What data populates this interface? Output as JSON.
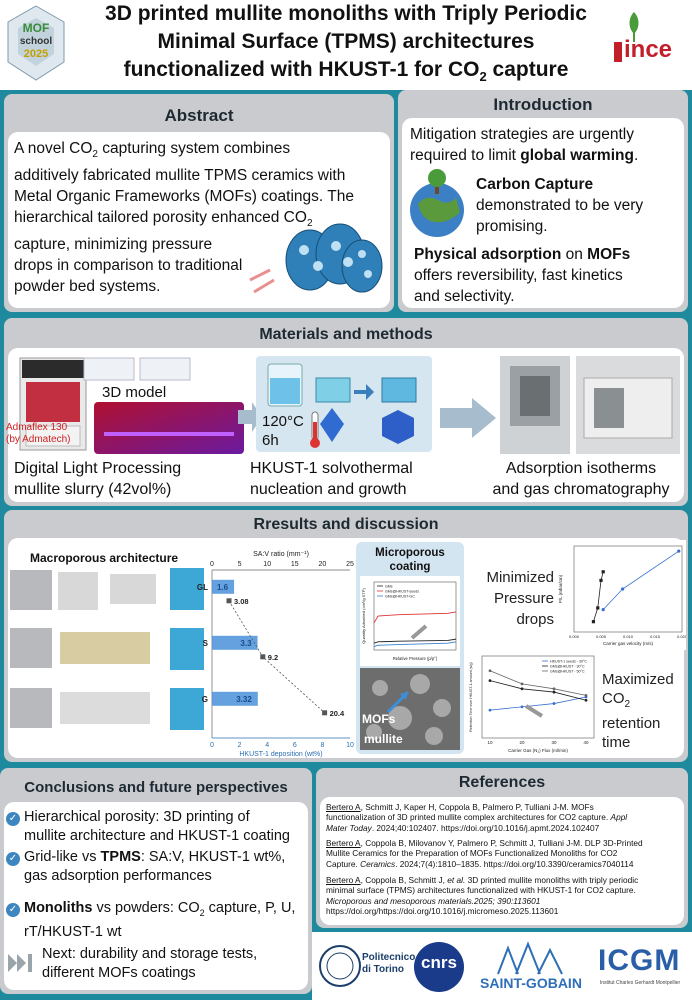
{
  "header": {
    "title_line1": "3D printed mullite monoliths with Triply Periodic",
    "title_line2": "Minimal Surface (TPMS) architectures",
    "title_line3": "functionalized with HKUST-1 for CO",
    "title_sub": "2",
    "title_end": " capture",
    "left_logo": {
      "line1": "MOF",
      "line2": "school",
      "line3": "2025"
    },
    "right_logo": {
      "name": "ince"
    }
  },
  "abstract": {
    "title": "Abstract",
    "l1a": "A novel CO",
    "l1s": "2",
    "l1b": " capturing system combines",
    "l2": "additively fabricated mullite TPMS ceramics with",
    "l3": "Metal Organic Frameworks (MOFs) coatings. The",
    "l4a": "hierarchical tailored porosity enhanced CO",
    "l4s": "2",
    "l5": "capture, minimizing pressure",
    "l6": "drops in comparison to traditional",
    "l7": "powder bed systems."
  },
  "introduction": {
    "title": "Introduction",
    "l1": "Mitigation strategies are urgently",
    "l2a": "required to limit ",
    "l2b": "global warming",
    "l2c": ".",
    "l3": "Carbon Capture",
    "l4": "demonstrated to be very",
    "l5": "promising.",
    "l6a": "Physical adsorption",
    "l6b": " on ",
    "l6c": "MOFs",
    "l7": "offers reversibility, fast kinetics",
    "l8": "and selectivity."
  },
  "methods": {
    "title": "Materials and methods",
    "model_label": "3D model",
    "printer_line1": "Admaflex 130",
    "printer_line2": "(by Admatech)",
    "dlp_line1": "Digital Light Processing",
    "dlp_line2": "mullite slurry (42vol%)",
    "temp": "120°C",
    "time": "6h",
    "hkust_line1": "HKUST-1 solvothermal",
    "hkust_line2": "nucleation and growth",
    "ads_line1": "Adsorption isotherms",
    "ads_line2": "and gas chromatography"
  },
  "results": {
    "title": "Rresults and discussion",
    "macro_title": "Macroporous architecture",
    "micro_title_line1": "Microporous",
    "micro_title_line2": "coating",
    "mofs_label": "MOFs",
    "mullite_label": "mullite",
    "pressure_line1": "Minimized",
    "pressure_line2": "Pressure",
    "pressure_line3": "drops",
    "ret_line1": "Maximized",
    "ret_line2a": "CO",
    "ret_line2s": "2",
    "ret_line3": "retention",
    "ret_line4": "time"
  },
  "chart_data": [
    {
      "type": "bar",
      "title": "",
      "top_axis_label": "SA:V ratio (mm⁻¹)",
      "top_axis_ticks": [
        "0",
        "5",
        "10",
        "15",
        "20",
        "25"
      ],
      "xlabel": "HKUST-1 deposition (wt%)",
      "x_ticks": [
        "0",
        "2",
        "4",
        "6",
        "8",
        "10"
      ],
      "xlim": [
        0,
        10
      ],
      "top_xlim": [
        0,
        25
      ],
      "categories": [
        "GL",
        "S",
        "G"
      ],
      "values": [
        1.6,
        3.3,
        3.32
      ],
      "value_labels": [
        "1.6",
        "3.3",
        "3.32"
      ],
      "sav_values": [
        3.08,
        9.2,
        20.4
      ],
      "sav_labels": [
        "3.08",
        "9.2",
        "20.4"
      ]
    },
    {
      "type": "line",
      "xlabel": "Relative Pressure (p/p°)",
      "ylabel": "Quantity Adsorbed (cm³/g STP)",
      "legend": [
        "GMs",
        "GMs@HKUST-seeds",
        "GMs@HKUST-GC"
      ]
    },
    {
      "type": "line",
      "xlabel": "Carrier gas velocity (m/s)",
      "ylabel": "P/L (mbar/cm)",
      "x_ticks": [
        "0.000",
        "0.005",
        "0.010",
        "0.015",
        "0.020"
      ]
    },
    {
      "type": "line",
      "xlabel": "Carrier Gas (N₂) Flux (ml/min)",
      "ylabel": "Retention Time over HKUST-1 amount (s/g)",
      "x_ticks": [
        "10",
        "20",
        "30",
        "40"
      ],
      "legend": [
        "HKUST-1 seeds - 30°C",
        "GMs@HKUST - 30°C",
        "GMs@HKUST - 50°C"
      ]
    }
  ],
  "conclusions": {
    "title": "Conclusions and future perspectives",
    "i1a": "Hierarchical porosity: 3D printing of",
    "i1b": "mullite architecture and HKUST-1 coating",
    "i2a": "Grid-like vs ",
    "i2b": "TPMS",
    "i2c": ": SA:V, HKUST-1 wt%,",
    "i2d": "gas adsorption performances",
    "i3a": "Monoliths",
    "i3b": " vs powders:  CO",
    "i3s": "2",
    "i3c": " capture, P, U,",
    "i3d": "rT/HKUST-1 wt",
    "i4a": "Next: durability and storage tests,",
    "i4b": "different MOFs coatings"
  },
  "references": {
    "title": "References",
    "r1_author": "Bertero A",
    "r1_l1": ", Schmitt J, Kaper H, Coppola B, Palmero P, Tulliani J-M. MOFs",
    "r1_l2a": "functionalization of 3D printed mullite complex architectures for CO2 capture. ",
    "r1_l2b": "Appl",
    "r1_l3a": "Mater Today",
    "r1_l3b": ". 2024;40:102407. https://doi.org/10.1016/j.apmt.2024.102407",
    "r2_author": "Bertero A",
    "r2_l1": ", Coppola B, Milovanov Y, Palmero P, Schmitt J, Tulliani J-M. DLP 3D-Printed",
    "r2_l2": "Mullite Ceramics for the Preparation of MOFs Functionalized Monoliths for CO2",
    "r2_l3a": "Capture. ",
    "r2_l3b": "Ceramics",
    "r2_l3c": ". 2024;7(4):1810–1835. https://doi.org/10.3390/ceramics7040114",
    "r3_author": "Bertero A",
    "r3_l1a": ", Coppola B, Schmitt J, ",
    "r3_l1b": "et al.",
    "r3_l1c": " 3D printed mullite monoliths with triply periodic",
    "r3_l2": "minimal surface (TPMS) architectures functionalized with HKUST-1 for CO2 capture.",
    "r3_l3": "Microporous and mesoporous materials.2025; 390:113601",
    "r3_l4": "https://doi.org/https://doi.org/10.1016/j.micromeso.2025.113601"
  },
  "logos": {
    "polito_line1": "Politecnico",
    "polito_line2": "di Torino",
    "cnrs": "cnrs",
    "saint_gobain": "SAINT-GOBAIN",
    "icgm": "ICGM",
    "icgm_sub": "Institut Charles Gerhardt Montpellier"
  },
  "colors": {
    "background": "#1f8a9e",
    "band": "#c9cbce",
    "bar": "#4a90d9",
    "accent_blue": "#3e86bf"
  }
}
